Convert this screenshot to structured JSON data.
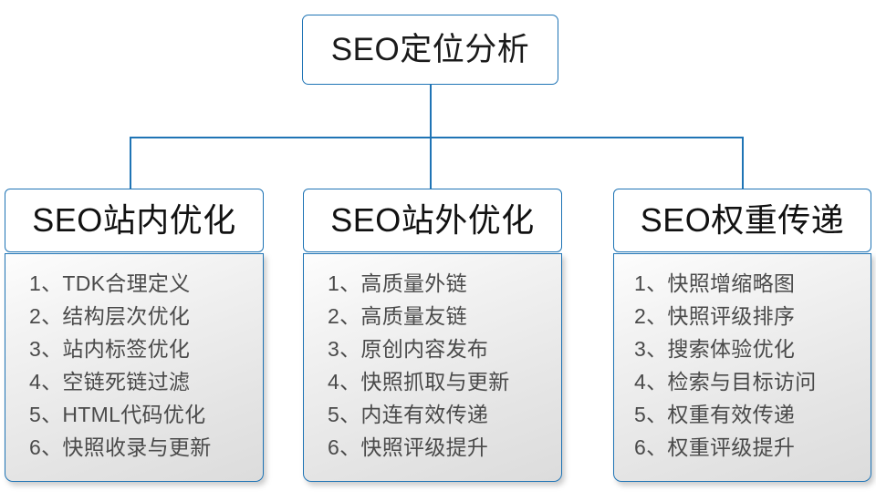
{
  "diagram": {
    "title": "SEO定位分析",
    "accent_color": "#1F74B5",
    "root": {
      "label": "SEO定位分析"
    },
    "columns": [
      {
        "header": "SEO站内优化",
        "items": [
          "1、TDK合理定义",
          "2、结构层次优化",
          "3、站内标签优化",
          "4、空链死链过滤",
          "5、HTML代码优化",
          "6、快照收录与更新"
        ]
      },
      {
        "header": "SEO站外优化",
        "items": [
          "1、高质量外链",
          "2、高质量友链",
          "3、原创内容发布",
          "4、快照抓取与更新",
          "5、内连有效传递",
          "6、快照评级提升"
        ]
      },
      {
        "header": "SEO权重传递",
        "items": [
          "1、快照增缩略图",
          "2、快照评级排序",
          "3、搜索体验优化",
          "4、检索与目标访问",
          "5、权重有效传递",
          "6、权重评级提升"
        ]
      }
    ]
  }
}
